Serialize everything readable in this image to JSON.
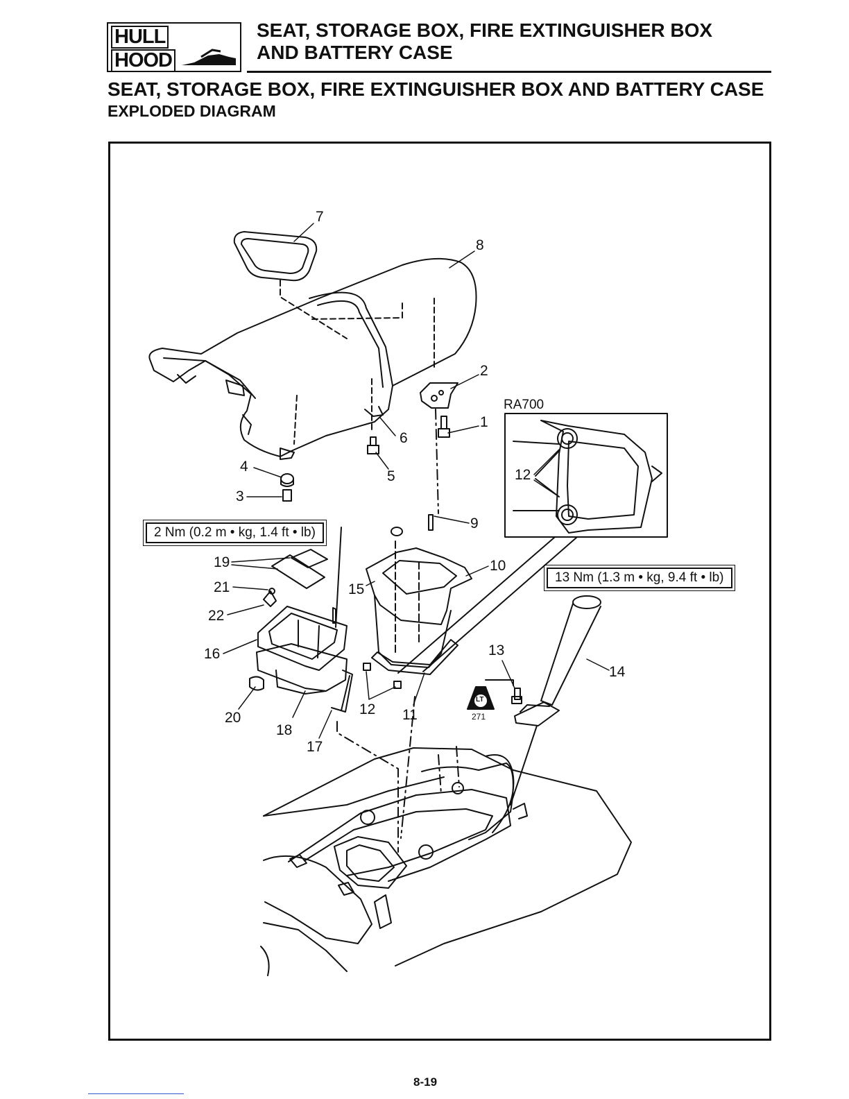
{
  "header": {
    "badge_top": "HULL",
    "badge_bottom": "HOOD",
    "title_line_1": "SEAT, STORAGE BOX, FIRE EXTINGUISHER BOX",
    "title_line_2": "AND BATTERY CASE"
  },
  "section": {
    "title": "SEAT, STORAGE BOX, FIRE EXTINGUISHER BOX AND BATTERY CASE",
    "subtitle": "EXPLODED DIAGRAM"
  },
  "diagram": {
    "inset_model": "RA700",
    "torque_small": "2 Nm (0.2 m • kg, 1.4 ft • lb)",
    "torque_large": "13 Nm (1.3 m • kg, 9.4 ft • lb)",
    "locktite_symbol": "LT",
    "locktite_code": "271",
    "callouts": {
      "c1": "1",
      "c2": "2",
      "c3": "3",
      "c4": "4",
      "c5": "5",
      "c6": "6",
      "c7": "7",
      "c8": "8",
      "c9": "9",
      "c10": "10",
      "c11": "11",
      "c12a": "12",
      "c12b": "12",
      "c13": "13",
      "c14": "14",
      "c15": "15",
      "c16": "16",
      "c17": "17",
      "c18": "18",
      "c19": "19",
      "c20": "20",
      "c21": "21",
      "c22": "22"
    }
  },
  "footer": {
    "page_number": "8-19"
  }
}
